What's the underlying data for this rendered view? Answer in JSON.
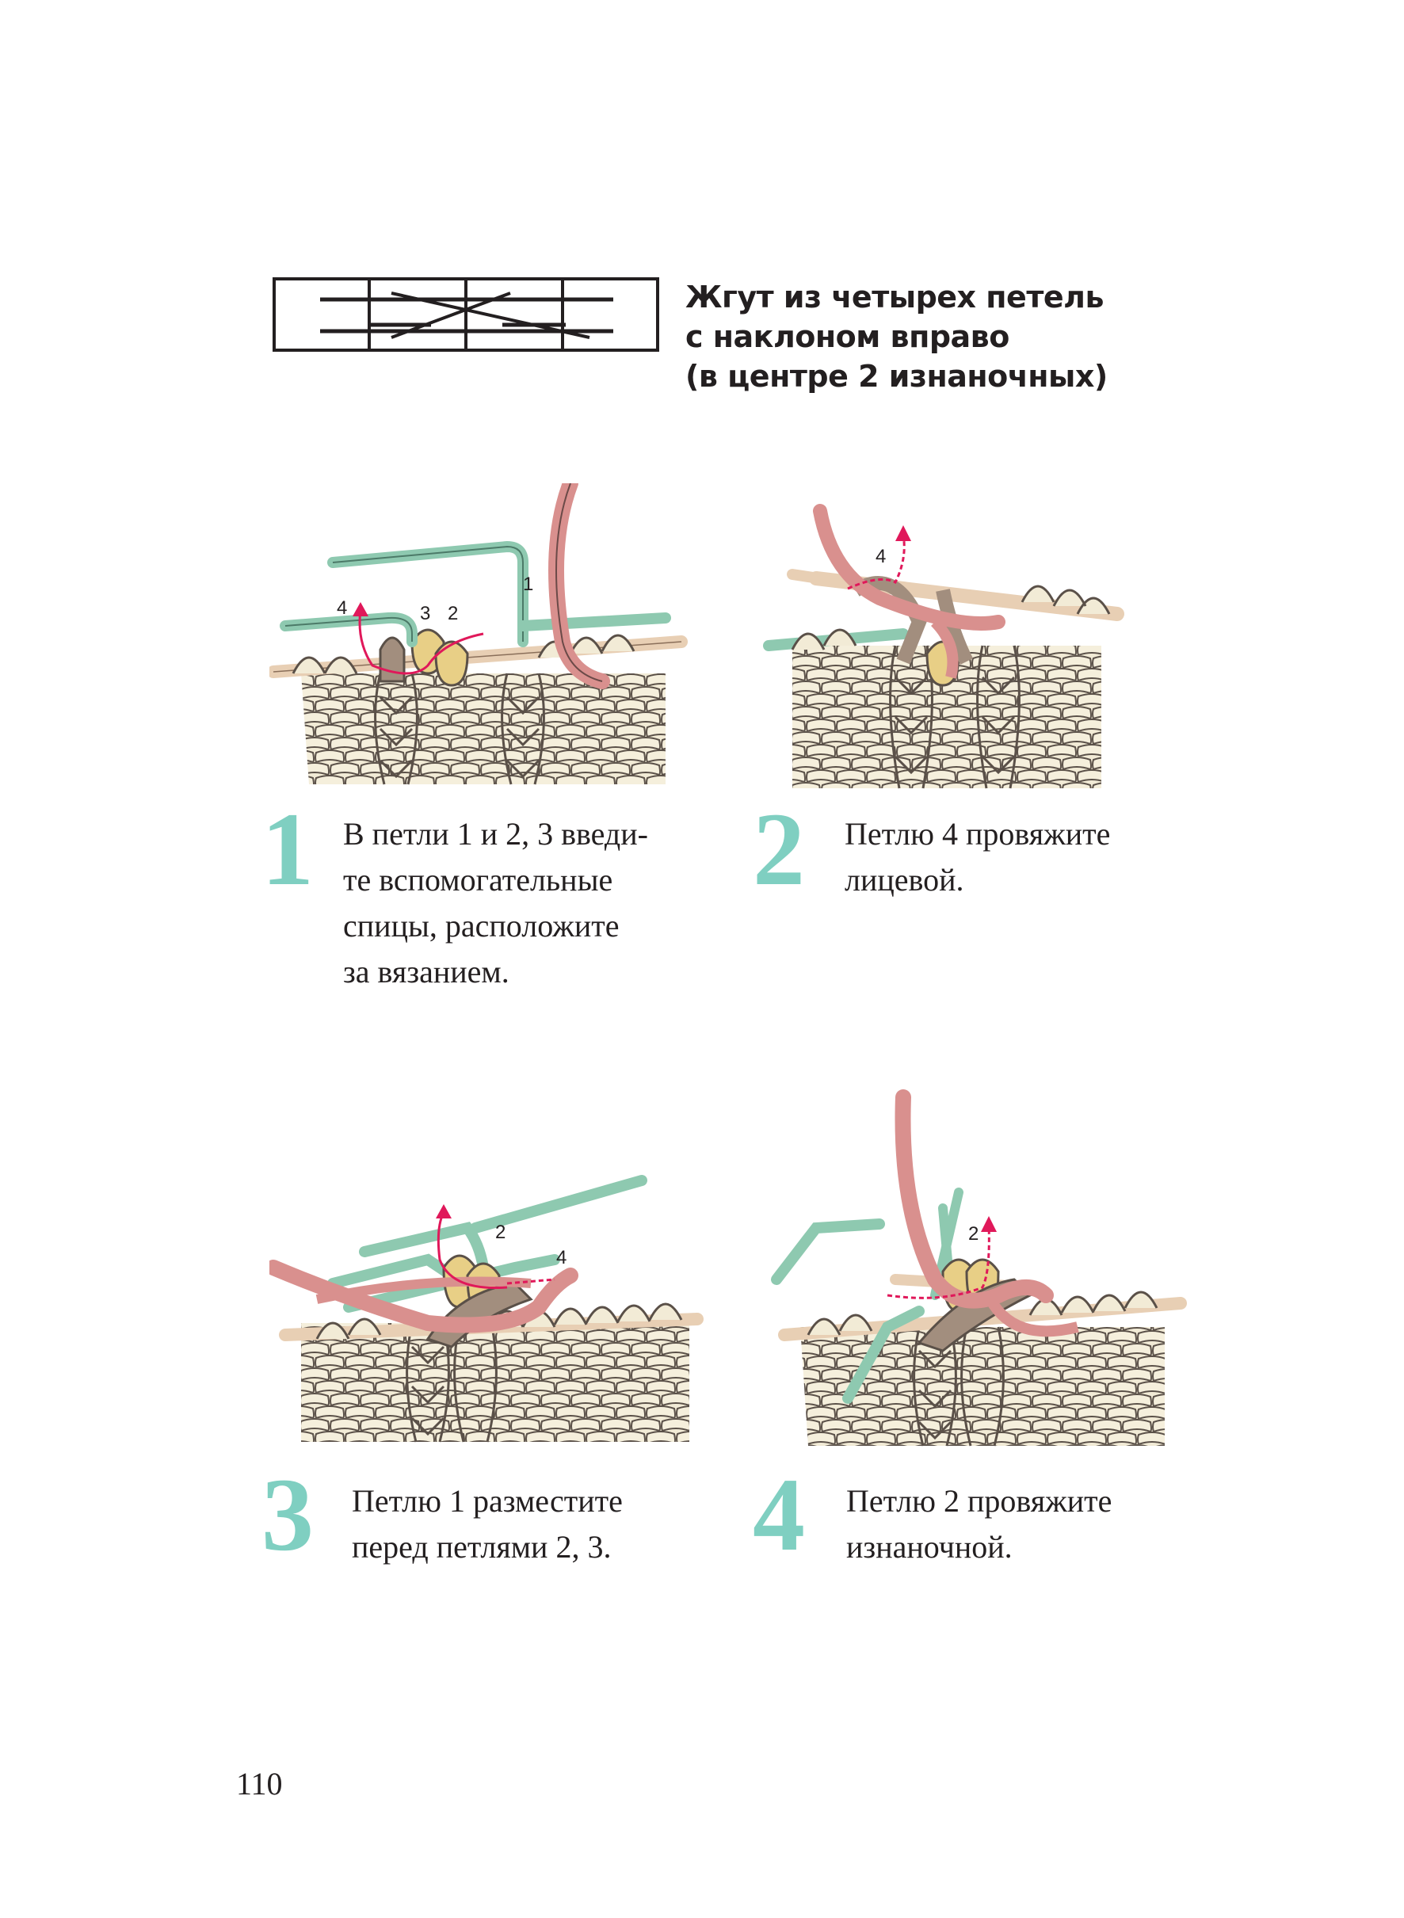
{
  "title": {
    "line1": "Жгут из четырех петель",
    "line2": "с наклоном вправо",
    "line3": "(в центре 2 изнаночных)"
  },
  "steps": [
    {
      "number": "1",
      "lines": [
        "В петли 1 и 2, 3 введи-",
        "те вспомогательные",
        "спицы, расположите",
        "за вязанием."
      ],
      "labels": [
        "1",
        "2",
        "3",
        "4"
      ]
    },
    {
      "number": "2",
      "lines": [
        "Петлю 4 провяжите",
        "лицевой."
      ],
      "labels": [
        "4"
      ]
    },
    {
      "number": "3",
      "lines": [
        "Петлю 1 разместите",
        "перед петлями 2, 3."
      ],
      "labels": [
        "2",
        "4"
      ]
    },
    {
      "number": "4",
      "lines": [
        "Петлю 2 провяжите",
        "изнаночной."
      ],
      "labels": [
        "2"
      ]
    }
  ],
  "page_number": "110",
  "colors": {
    "step_number": "#7fcfc1",
    "yarn_fabric": "#f2ebd6",
    "yarn_outline": "#5a5048",
    "needle_green": "#8ec9b0",
    "yarn_pink": "#d9908e",
    "yarn_taupe": "#a28e7e",
    "yarn_yellow": "#e8cf86",
    "arrow": "#e0185a"
  }
}
